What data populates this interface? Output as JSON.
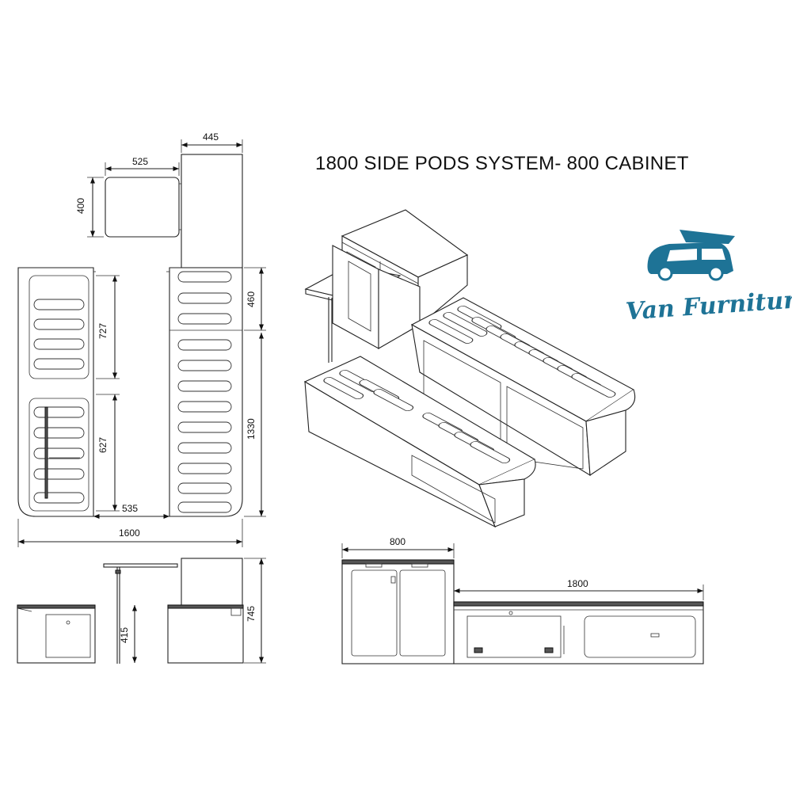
{
  "title": "1800 SIDE PODS SYSTEM- 800 CABINET",
  "logo": {
    "brand_text": "Van Furniture",
    "color": "#1e7396",
    "icon": "campervan-icon"
  },
  "dimensions": {
    "cabinet_depth": "445",
    "table_width": "525",
    "table_depth": "400",
    "upper_pod_length": "727",
    "lower_pod_length": "627",
    "cabinet_side_460": "460",
    "pod_run_1330": "1330",
    "pod_width": "535",
    "overall_length": "1600",
    "cabinet_width": "800",
    "system_length": "1800",
    "seat_height": "415",
    "cabinet_height": "745"
  }
}
